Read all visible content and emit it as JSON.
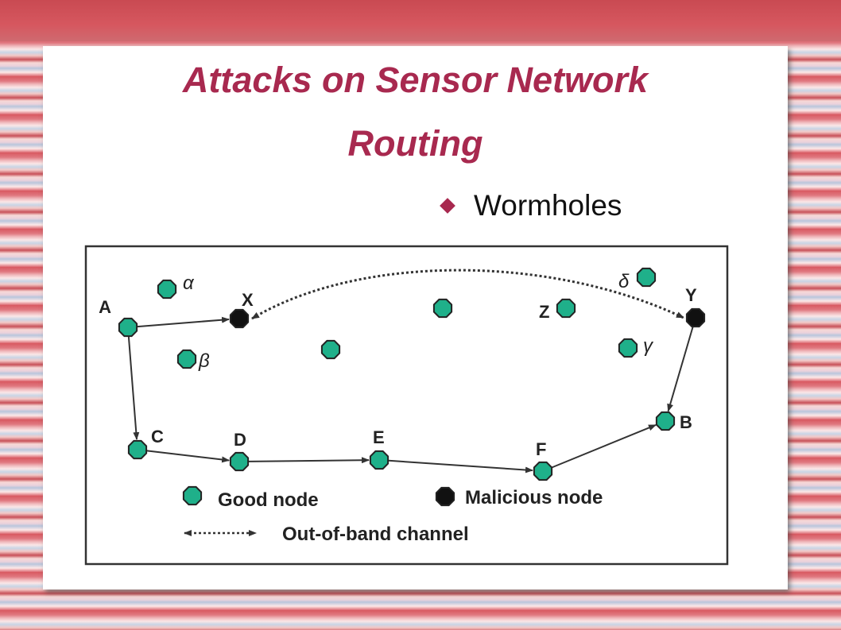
{
  "slide": {
    "title_line1": "Attacks on Sensor Network",
    "title_line2": "Routing",
    "bullet": "Wormholes"
  },
  "diagram": {
    "nodes": [
      {
        "id": "A",
        "label": "A",
        "type": "good"
      },
      {
        "id": "C",
        "label": "C",
        "type": "good"
      },
      {
        "id": "D",
        "label": "D",
        "type": "good"
      },
      {
        "id": "E",
        "label": "E",
        "type": "good"
      },
      {
        "id": "F",
        "label": "F",
        "type": "good"
      },
      {
        "id": "B",
        "label": "B",
        "type": "good"
      },
      {
        "id": "X",
        "label": "X",
        "type": "malicious"
      },
      {
        "id": "Y",
        "label": "Y",
        "type": "malicious"
      },
      {
        "id": "alpha",
        "label": "α",
        "type": "good"
      },
      {
        "id": "beta",
        "label": "β",
        "type": "good"
      },
      {
        "id": "delta",
        "label": "δ",
        "type": "good"
      },
      {
        "id": "gamma",
        "label": "γ",
        "type": "good"
      },
      {
        "id": "Z",
        "label": "Z",
        "type": "good"
      },
      {
        "id": "n1",
        "label": "",
        "type": "good"
      },
      {
        "id": "n2",
        "label": "",
        "type": "good"
      }
    ],
    "edges": [
      {
        "from": "A",
        "to": "X",
        "style": "solid"
      },
      {
        "from": "X",
        "to": "Y",
        "style": "out-of-band"
      },
      {
        "from": "Y",
        "to": "B",
        "style": "solid"
      },
      {
        "from": "A",
        "to": "C",
        "style": "solid"
      },
      {
        "from": "C",
        "to": "D",
        "style": "solid"
      },
      {
        "from": "D",
        "to": "E",
        "style": "solid"
      },
      {
        "from": "E",
        "to": "F",
        "style": "solid"
      },
      {
        "from": "F",
        "to": "B",
        "style": "solid"
      }
    ],
    "legend": {
      "good": "Good node",
      "malicious": "Malicious node",
      "channel": "Out-of-band channel"
    },
    "colors": {
      "good_fill": "#1fb08a",
      "malicious_fill": "#111111",
      "title": "#a8294f"
    }
  }
}
